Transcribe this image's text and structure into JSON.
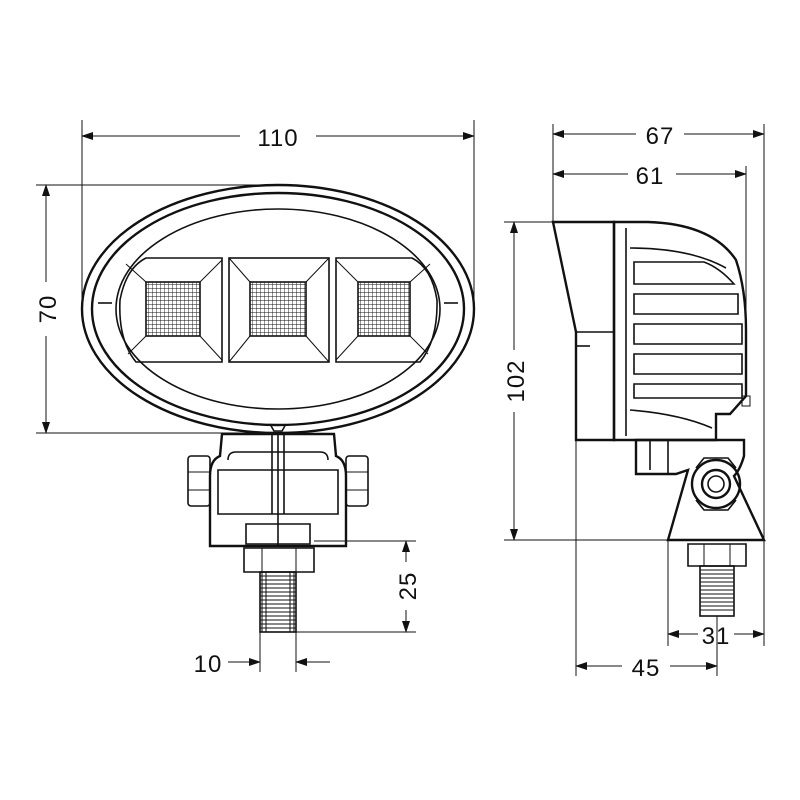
{
  "drawing": {
    "front_view": {
      "dimensions": {
        "width": "110",
        "height": "70",
        "stud_length": "25",
        "stud_diameter": "10"
      }
    },
    "side_view": {
      "dimensions": {
        "overall_depth": "67",
        "housing_depth": "61",
        "overall_height": "102",
        "mount_to_back": "31",
        "mount_to_front": "45"
      }
    }
  },
  "colors": {
    "line": "#111111",
    "background": "#ffffff"
  }
}
